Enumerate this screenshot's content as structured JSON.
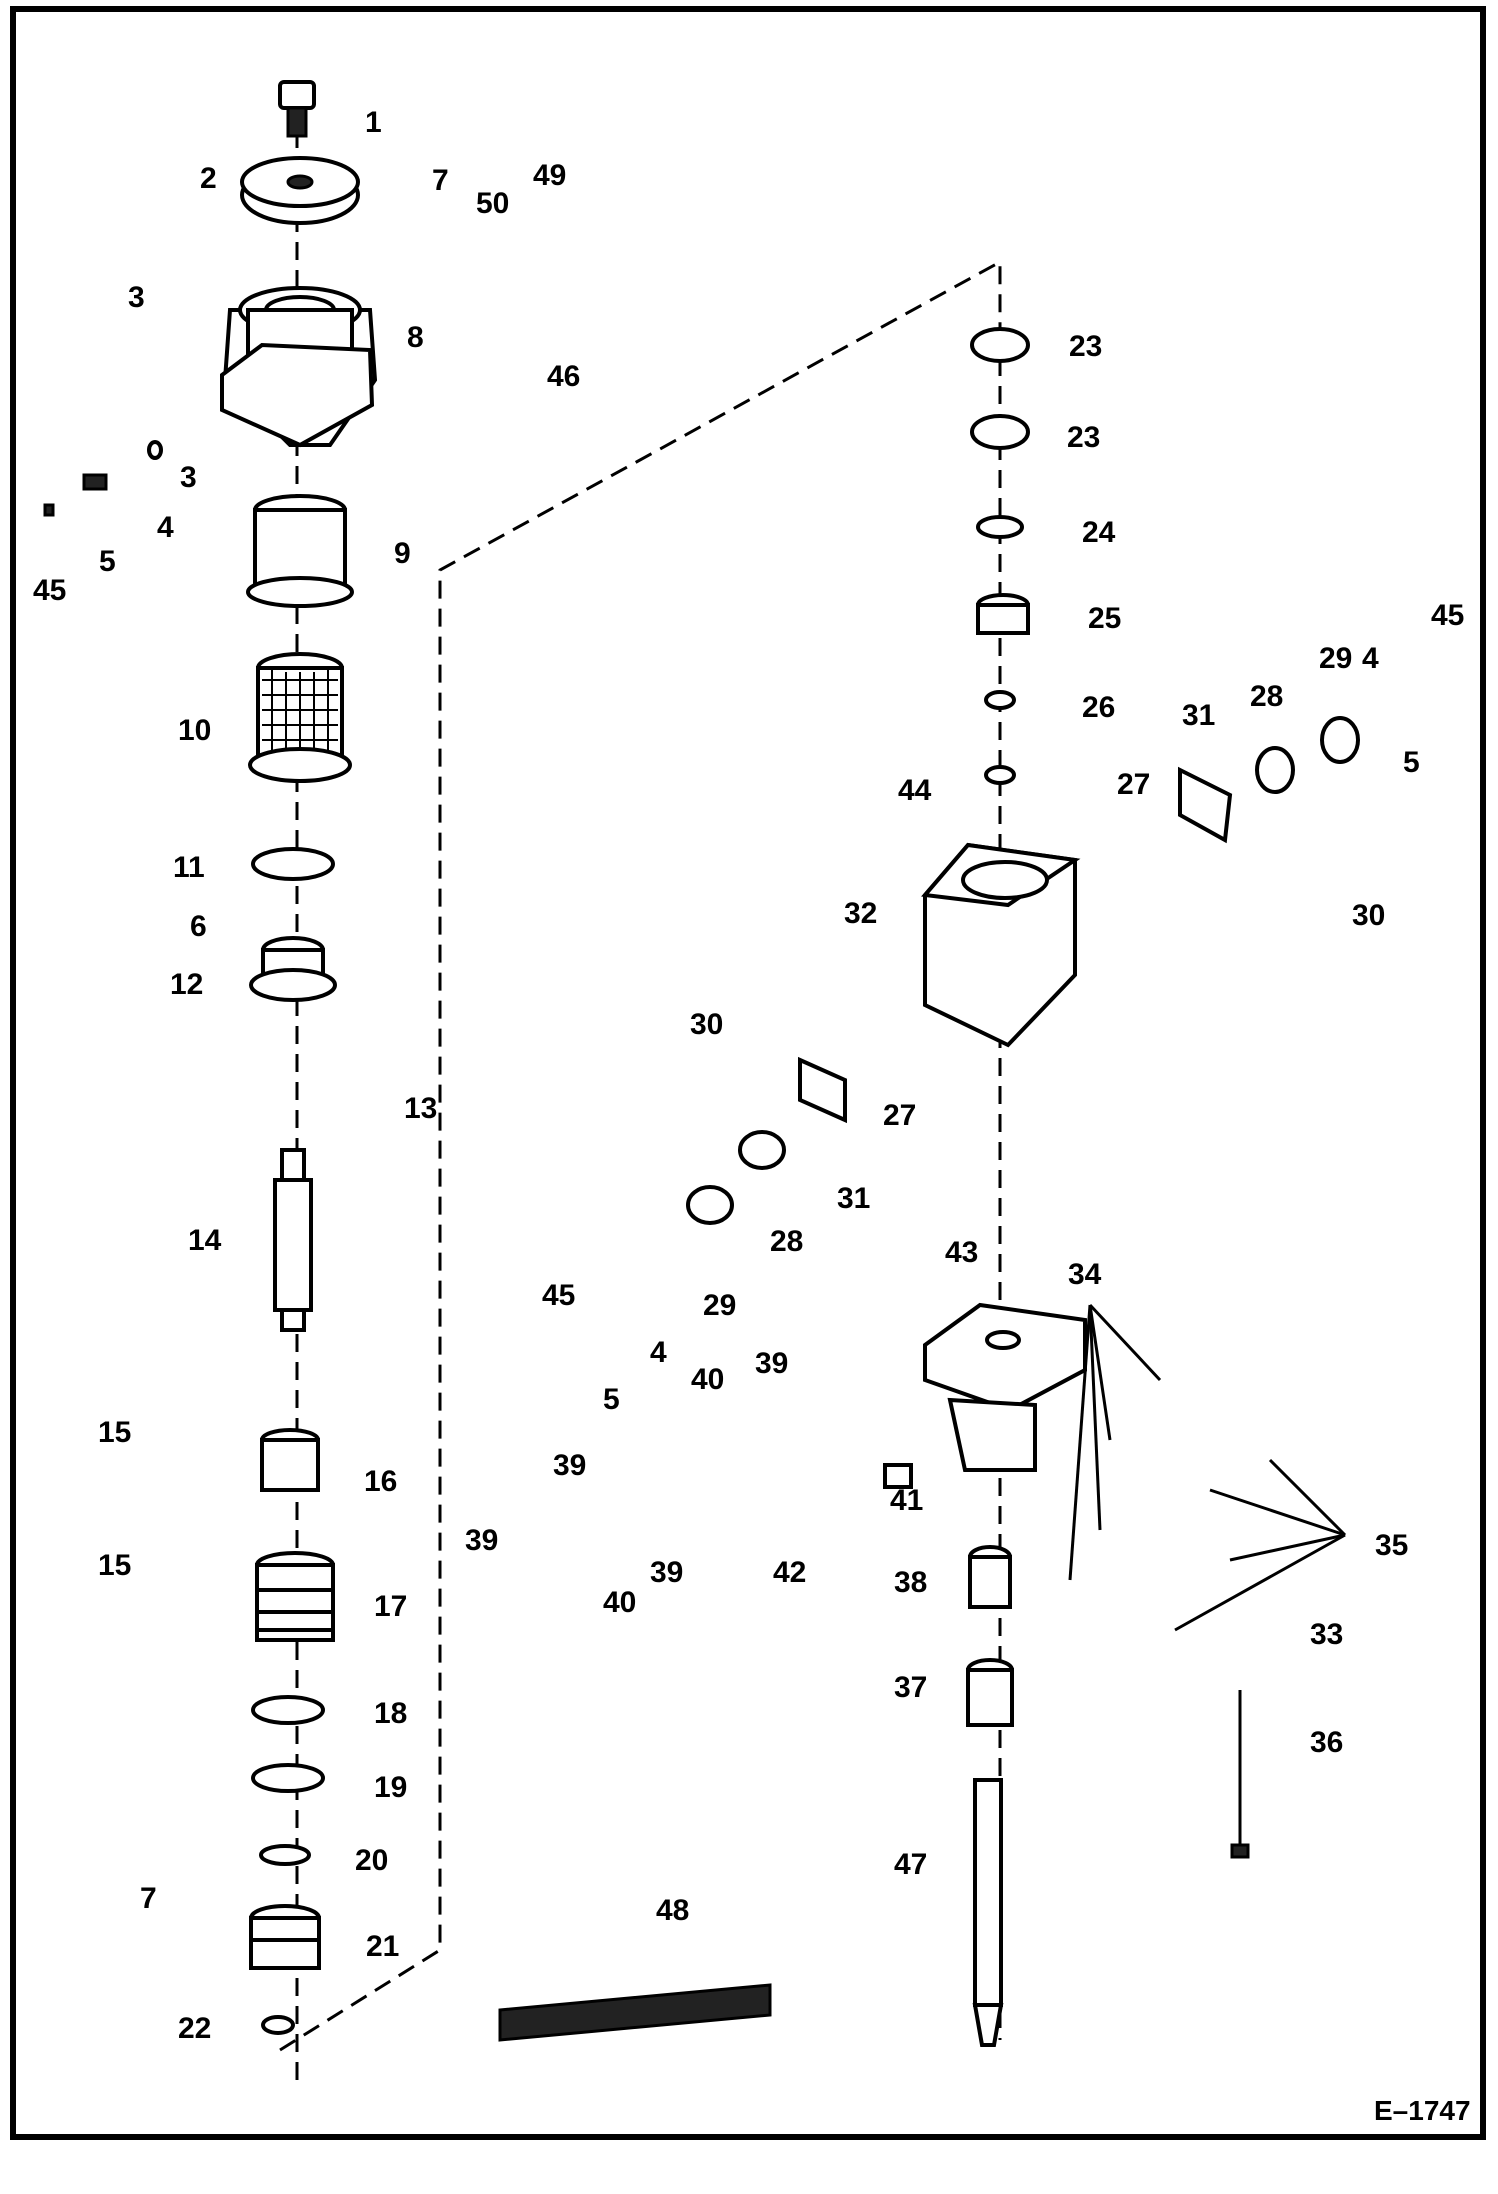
{
  "figure_id": "E–1747",
  "part_labels": {
    "p1": "1",
    "p2": "2",
    "p3a": "3",
    "p3b": "3",
    "p4a": "4",
    "p4b": "4",
    "p4c": "4",
    "p5a": "5",
    "p5b": "5",
    "p5c": "5",
    "p6": "6",
    "p7a": "7",
    "p7b": "7",
    "p8": "8",
    "p9": "9",
    "p10": "10",
    "p11": "11",
    "p12": "12",
    "p13": "13",
    "p14": "14",
    "p15a": "15",
    "p15b": "15",
    "p16": "16",
    "p17": "17",
    "p18": "18",
    "p19": "19",
    "p20": "20",
    "p21": "21",
    "p22": "22",
    "p23a": "23",
    "p23b": "23",
    "p24": "24",
    "p25": "25",
    "p26": "26",
    "p27a": "27",
    "p27b": "27",
    "p28a": "28",
    "p28b": "28",
    "p29a": "29",
    "p29b": "29",
    "p30a": "30",
    "p30b": "30",
    "p31a": "31",
    "p31b": "31",
    "p32": "32",
    "p33": "33",
    "p34": "34",
    "p35": "35",
    "p36": "36",
    "p37": "37",
    "p38": "38",
    "p39a": "39",
    "p39b": "39",
    "p39c": "39",
    "p39d": "39",
    "p40a": "40",
    "p40b": "40",
    "p41": "41",
    "p42": "42",
    "p43": "43",
    "p44": "44",
    "p45a": "45",
    "p45b": "45",
    "p45c": "45",
    "p46": "46",
    "p47": "47",
    "p48": "48",
    "p49": "49",
    "p50": "50"
  }
}
